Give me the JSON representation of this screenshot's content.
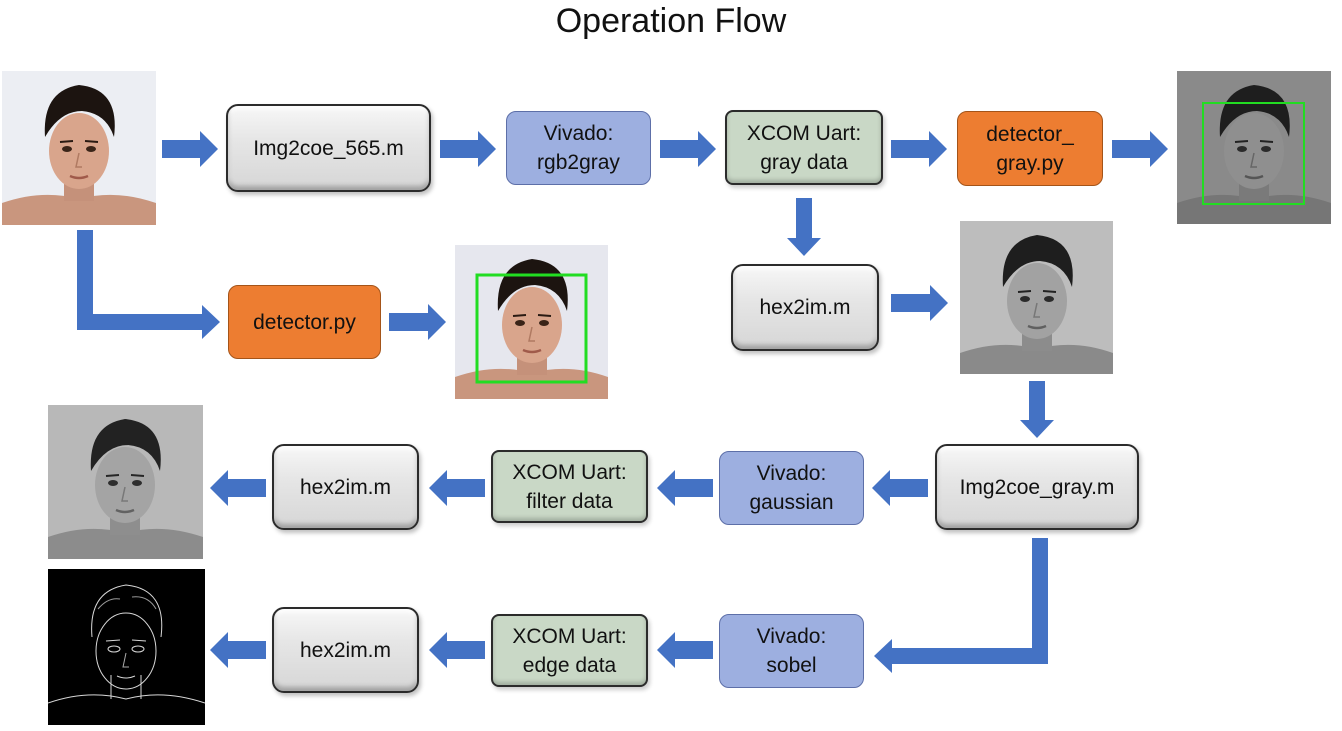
{
  "title": "Operation Flow",
  "nodes": {
    "img2coe_565": "Img2coe_565.m",
    "vivado_rgb2gray": "Vivado:\nrgb2gray",
    "xcom_gray": "XCOM Uart:\ngray data",
    "detector_gray": "detector_\ngray.py",
    "detector": "detector.py",
    "hex2im_gray": "hex2im.m",
    "img2coe_gray": "Img2coe_gray.m",
    "vivado_gaussian": "Vivado:\ngaussian",
    "xcom_filter": "XCOM Uart:\nfilter data",
    "hex2im_filter": "hex2im.m",
    "vivado_sobel": "Vivado:\nsobel",
    "xcom_edge": "XCOM Uart:\nedge data",
    "hex2im_edge": "hex2im.m"
  },
  "colors": {
    "arrow": "#4472c4",
    "orange": "#ed7d31",
    "blue": "#9dafe0",
    "green": "#c9d8c6",
    "gray": "#dcdcdc",
    "detection_box": "#22dd22"
  },
  "images": [
    "input-color-face",
    "detected-face-gray",
    "detected-face-color",
    "gray-face",
    "gaussian-filtered-face",
    "sobel-edge-face"
  ]
}
